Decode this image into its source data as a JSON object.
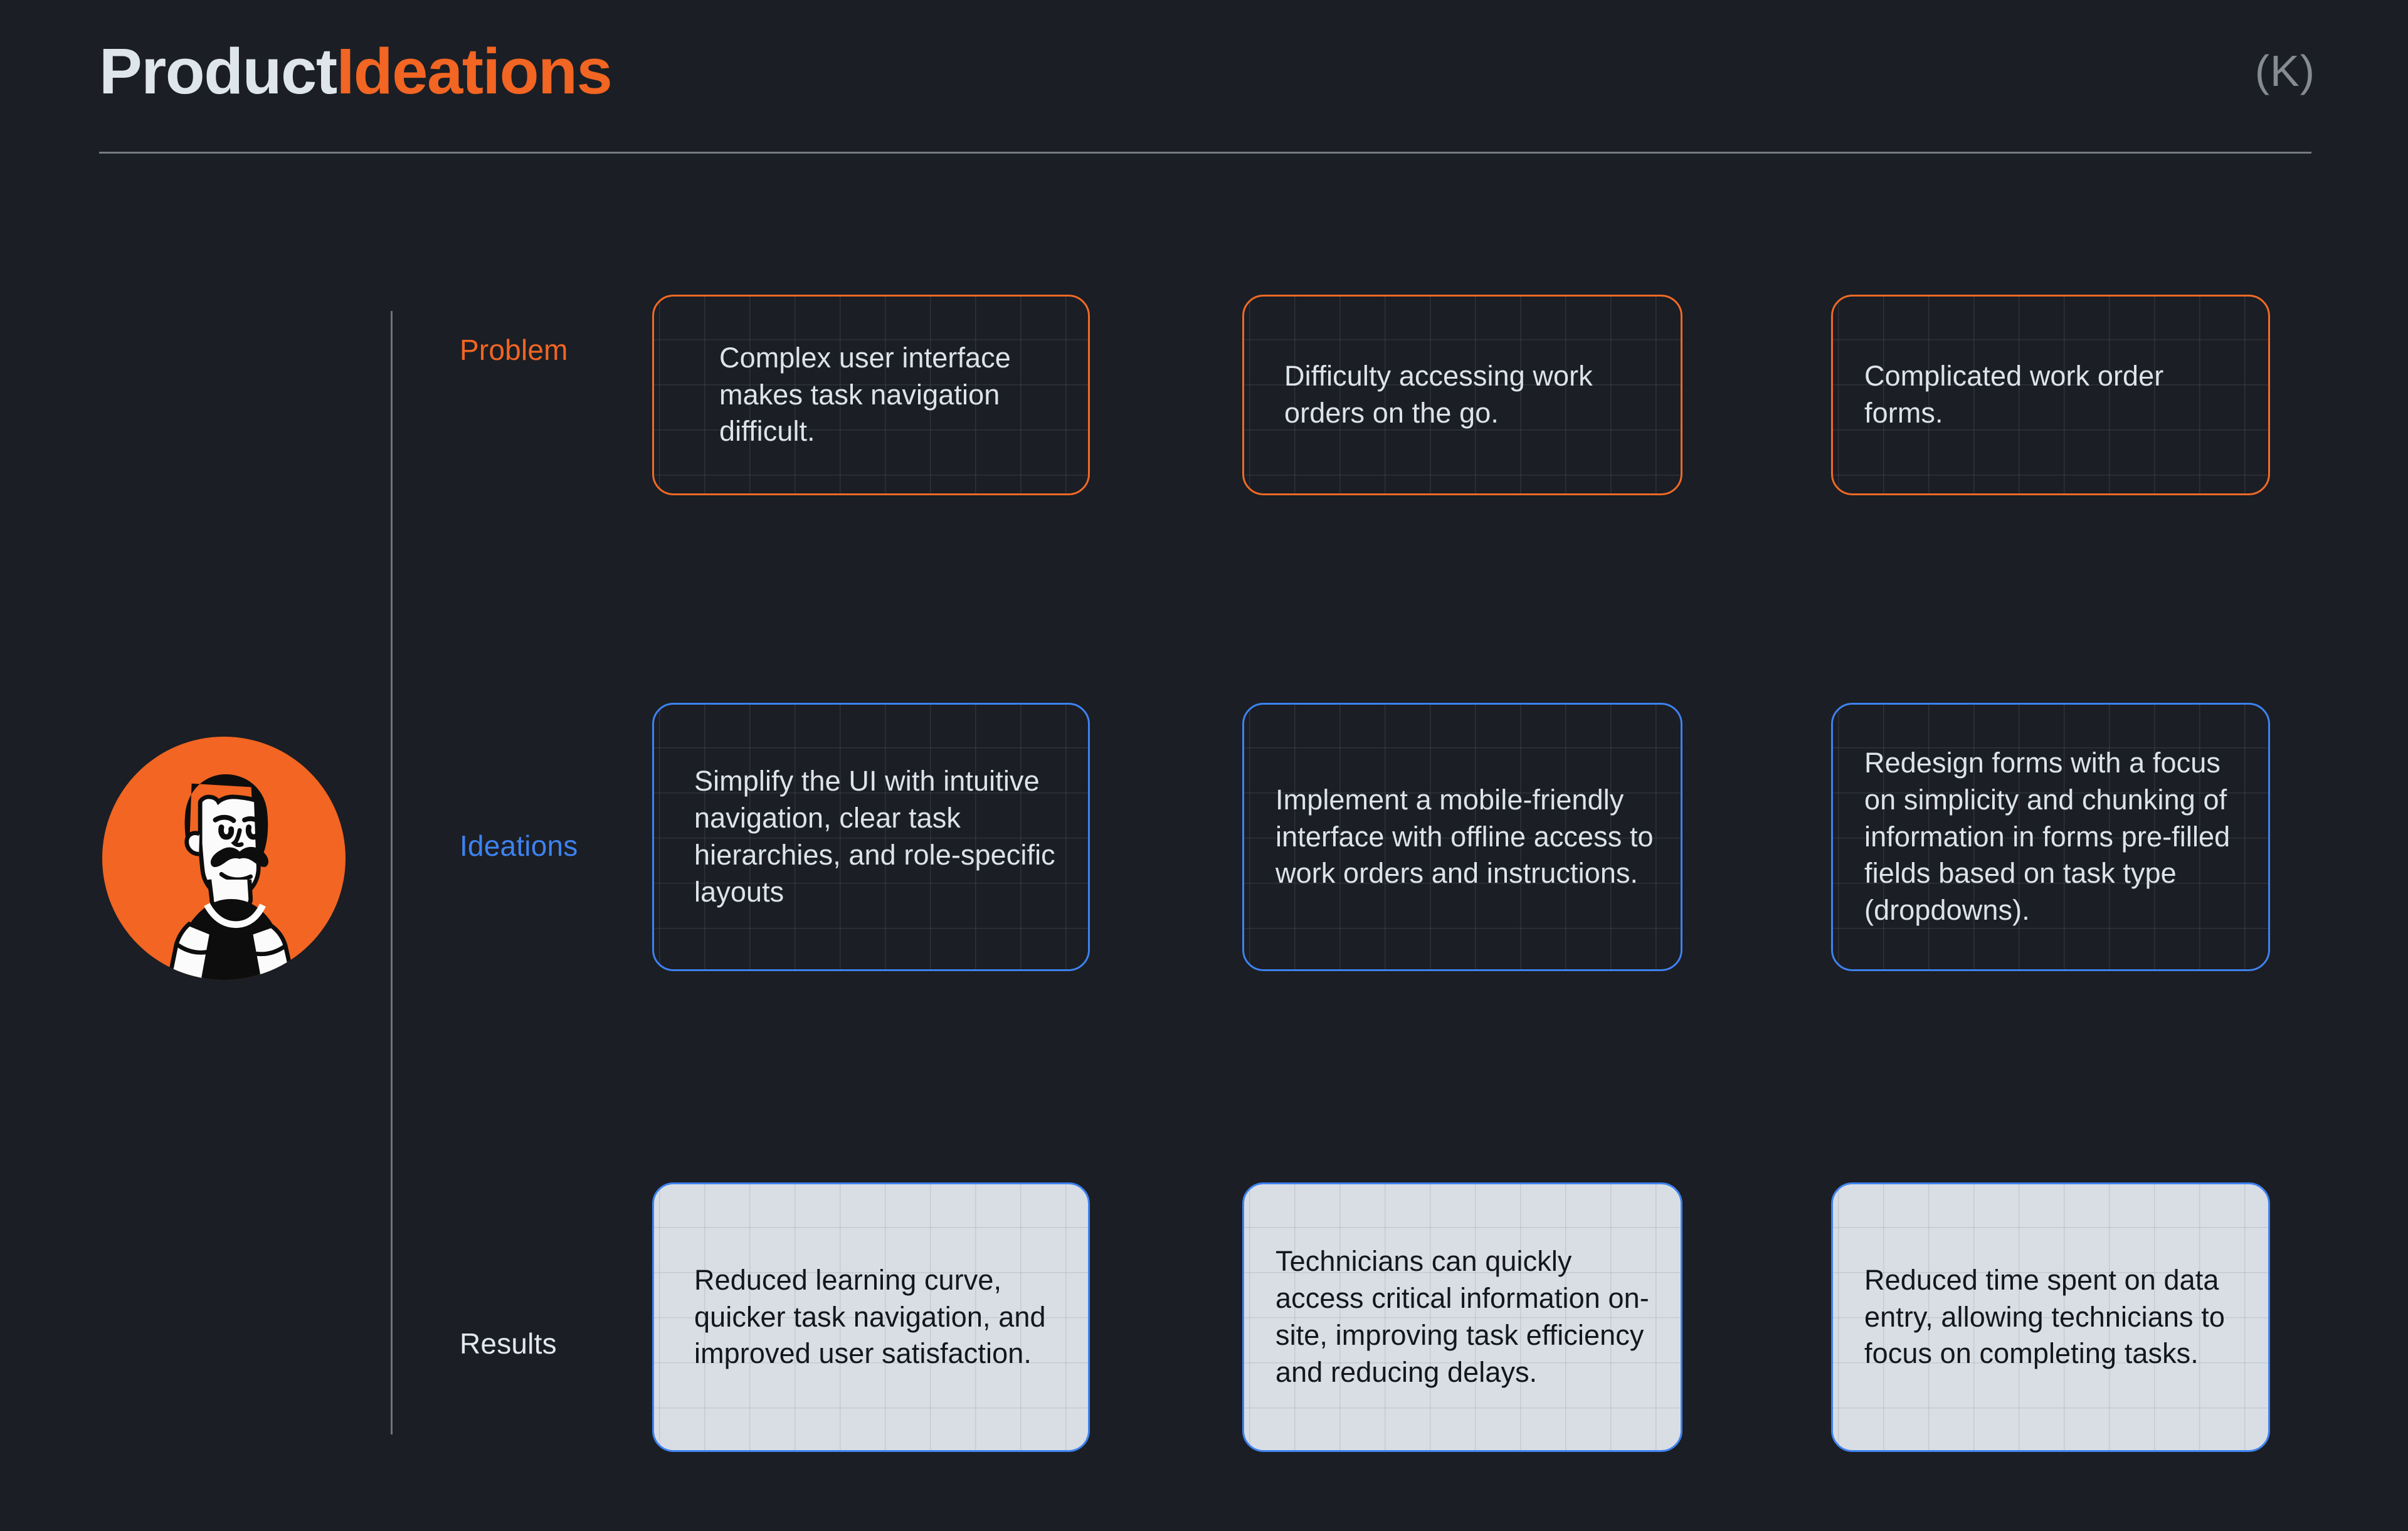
{
  "header": {
    "title_primary": "Product",
    "title_accent": "Ideations",
    "badge": "(K)"
  },
  "avatar": {
    "icon": "person-avatar-illustration",
    "background_color": "#f26522"
  },
  "colors": {
    "background": "#1b1e24",
    "accent_orange": "#f26522",
    "accent_blue": "#3e82f0",
    "text_light": "#dde3ea",
    "text_dark": "#14161a",
    "axis_line": "#6f747c",
    "result_card_fill": "#d9dee5"
  },
  "rows": [
    {
      "key": "problem",
      "label": "Problem",
      "label_color": "#f26522",
      "cards": [
        {
          "text": "Complex user interface makes task navigation difficult."
        },
        {
          "text": "Difficulty accessing work orders on the go."
        },
        {
          "text": "Complicated work order forms."
        }
      ]
    },
    {
      "key": "ideations",
      "label": "Ideations",
      "label_color": "#3e82f0",
      "cards": [
        {
          "text": "Simplify the UI with intuitive navigation, clear task hierarchies, and role-specific layouts"
        },
        {
          "text": "Implement a mobile-friendly interface with offline access to work orders and instructions."
        },
        {
          "text": "Redesign forms with a focus on simplicity and chunking of information in forms pre-filled fields based on task type (dropdowns)."
        }
      ]
    },
    {
      "key": "results",
      "label": "Results",
      "label_color": "#e3e8ee",
      "cards": [
        {
          "text": "Reduced learning curve, quicker task navigation, and improved user satisfaction."
        },
        {
          "text": "Technicians can quickly access critical information on-site, improving task efficiency and reducing delays."
        },
        {
          "text": "Reduced time spent on data entry, allowing technicians to focus on completing tasks."
        }
      ]
    }
  ]
}
